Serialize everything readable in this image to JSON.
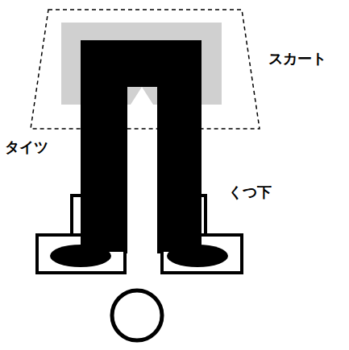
{
  "diagram": {
    "labels": [
      "スカート",
      "タイツ",
      "くつ下"
    ]
  }
}
